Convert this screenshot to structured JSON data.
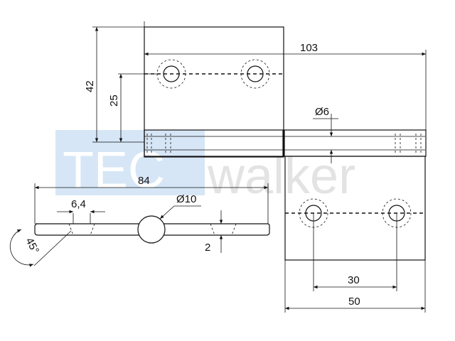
{
  "watermark": {
    "brand_a": "TEC",
    "brand_b": "walker",
    "color_a": "#d6e6f6",
    "color_b": "#e3e3e3"
  },
  "dimensions": {
    "total_width": "103",
    "height": "42",
    "hole_offset": "25",
    "pin_diameter": "Ø6",
    "leaf_length": "84",
    "countersink": "6,4",
    "knuckle_diameter": "Ø10",
    "thickness": "2",
    "angle": "45°",
    "hole_spacing": "30",
    "leaf_width": "50"
  }
}
